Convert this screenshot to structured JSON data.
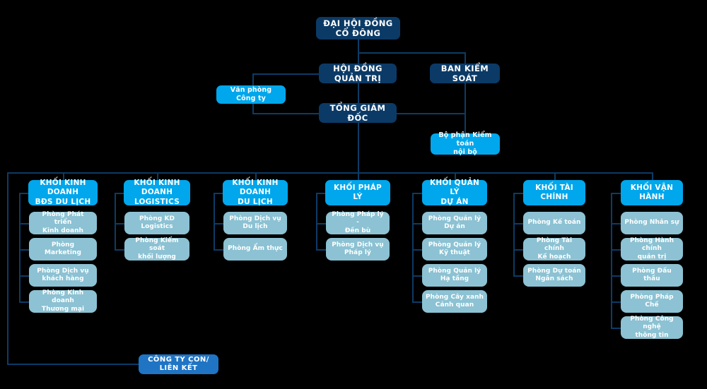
{
  "chart_data": {
    "type": "diagram",
    "title": "Sơ đồ tổ chức",
    "colors": {
      "background": "#000000",
      "navy": "#0b3a66",
      "cyan": "#00a7ec",
      "teal": "#8cc2d3",
      "medium_blue": "#1f74c4",
      "line": "#0d3b66",
      "text": "#ffffff"
    }
  },
  "top": {
    "shareholders": "ĐẠI HỘI ĐỒNG\nCỔ ĐÔNG",
    "board": "HỘI ĐỒNG QUẢN TRỊ",
    "supervisory": "BAN KIỂM SOÁT",
    "office": "Văn phòng Công ty",
    "ceo": "TỔNG GIÁM ĐỐC",
    "internal_audit": "Bộ phận Kiểm toán\nnội bộ"
  },
  "bottom": {
    "subsidiary": "CÔNG TY CON/ LIÊN KẾT"
  },
  "divisions": [
    {
      "header": "KHỐI KINH DOANH\nBĐS DU LỊCH",
      "children": [
        "Phòng Phát triển\nKinh doanh",
        "Phòng Marketing",
        "Phòng Dịch vụ\nkhách hàng",
        "Phòng Kinh doanh\nThương mại"
      ]
    },
    {
      "header": "KHỐI KINH DOANH\nLOGISTICS",
      "children": [
        "Phòng KD Logistics",
        "Phòng Kiểm soát\nkhối lượng"
      ]
    },
    {
      "header": "KHỐI KINH DOANH\nDU LỊCH",
      "children": [
        "Phòng Dịch vụ\nDu lịch",
        "Phòng Ẩm thực"
      ]
    },
    {
      "header": "KHỐI PHÁP LÝ",
      "children": [
        "Phòng Pháp lý -\nĐền bù",
        "Phòng Dịch vụ\nPháp lý"
      ]
    },
    {
      "header": "KHỐI QUẢN LÝ\nDỰ ÁN",
      "children": [
        "Phòng Quản lý Dự án",
        "Phòng Quản lý\nKỹ thuật",
        "Phòng Quản lý Hạ tầng",
        "Phòng Cây xanh\nCảnh quan"
      ]
    },
    {
      "header": "KHỐI TÀI CHÍNH",
      "children": [
        "Phòng Kế toán",
        "Phòng Tài chính\nKế hoạch",
        "Phòng Dự toán\nNgân sách"
      ]
    },
    {
      "header": "KHỐI VẬN HÀNH",
      "children": [
        "Phòng Nhân sự",
        "Phòng Hành chính\nquản trị",
        "Phòng Đấu thầu",
        "Phòng Pháp Chế",
        "Phòng Công nghệ\nthông tin"
      ]
    }
  ]
}
